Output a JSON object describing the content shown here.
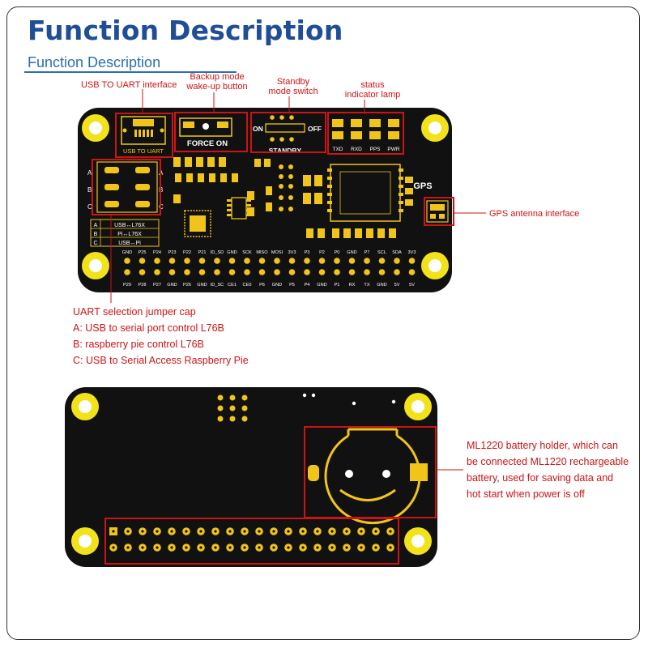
{
  "header": {
    "title": "Function Description",
    "subtitle": "Function Description"
  },
  "callouts": {
    "usb_uart": "USB TO UART interface",
    "backup": [
      "Backup mode",
      "wake-up button"
    ],
    "standby": [
      "Standby",
      "mode switch"
    ],
    "status": [
      "status",
      "indicator lamp"
    ],
    "gps_antenna": "GPS antenna interface",
    "uart_selection": {
      "title": "UART selection jumper cap",
      "lines": [
        "A: USB to serial port control L76B",
        "B: raspberry pie control L76B",
        "C: USB to Serial Access Raspberry Pie"
      ]
    },
    "battery": [
      "ML1220 battery holder, which can",
      "be connected ML1220 rechargeable",
      "battery, used for saving data and",
      "hot start when power is off"
    ]
  },
  "board_silkscreen": {
    "usb_to_uart": "USB TO UART",
    "force_on": "FORCE ON",
    "on": "ON",
    "off": "OFF",
    "standby": "STANDBY",
    "leds": [
      "TXD",
      "RXD",
      "PPS",
      "PWR"
    ],
    "gps": "GPS",
    "abc": [
      "A",
      "B",
      "C"
    ],
    "table": [
      {
        "key": "A",
        "value": "USB↔L76X"
      },
      {
        "key": "B",
        "value": "Pi↔L76X"
      },
      {
        "key": "C",
        "value": "USB↔Pi"
      }
    ],
    "top_row_labels": [
      "GND",
      "P25",
      "P24",
      "P23",
      "P22",
      "P21",
      "ID_SD",
      "GND",
      "SCK",
      "MISO",
      "MOSI",
      "3V3",
      "P3",
      "P2",
      "P0",
      "GND",
      "P7",
      "SCL",
      "SDA",
      "3V3"
    ],
    "bottom_row_labels": [
      "P29",
      "P28",
      "P27",
      "GND",
      "P26",
      "GND",
      "ID_SC",
      "CE1",
      "CE0",
      "P6",
      "GND",
      "P5",
      "P4",
      "GND",
      "P1",
      "RX",
      "TX",
      "GND",
      "5V",
      "5V"
    ]
  },
  "colors": {
    "title": "#1f4e96",
    "subtitle": "#2c6fb2",
    "callout": "#cc1414",
    "board": "#111111",
    "gold": "#f0c419",
    "mount_pad": "#f2e21a"
  }
}
